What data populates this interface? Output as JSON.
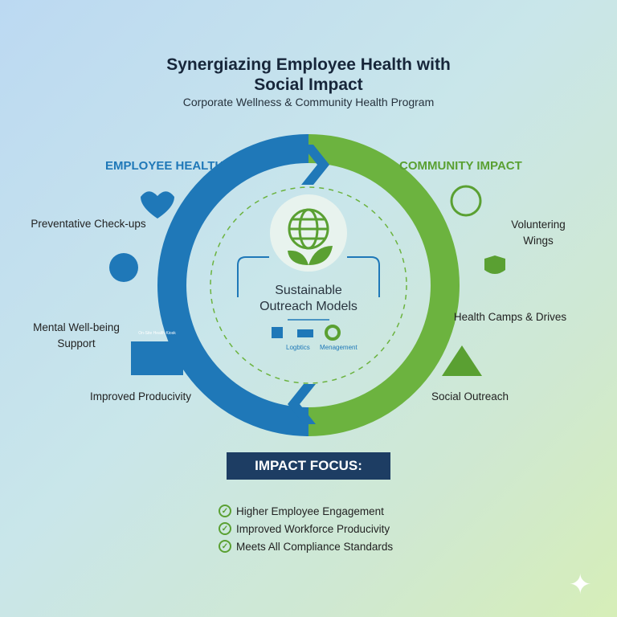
{
  "title_line1": "Synergiazing Employee Health with",
  "title_line2": "Social Impact",
  "subtitle": "Corporate Wellness & Community Health Program",
  "left": {
    "header": "EMPLOYEE HEALTH",
    "items": [
      "Preventative Check-ups",
      "Mental Well-being Support",
      "Improved Producivity"
    ],
    "kiosk_sign": "On-Site Health Kiosk"
  },
  "right": {
    "header": "COMMUNITY IMPACT",
    "items": [
      "Voluntering Wings",
      "Health Camps & Drives",
      "Social Outreach"
    ]
  },
  "center": {
    "line1": "Sustainable",
    "line2": "Outreach Models",
    "icons": [
      "Logbtics",
      "Menagement"
    ]
  },
  "impact": {
    "banner": "IMPACT FOCUS:",
    "items": [
      "Higher Employee Engagement",
      "Improved Workforce Producivity",
      "Meets All Compliance Standards"
    ]
  },
  "colors": {
    "blue": "#1f78b8",
    "green": "#6cb33f",
    "navy": "#1d3d63"
  }
}
